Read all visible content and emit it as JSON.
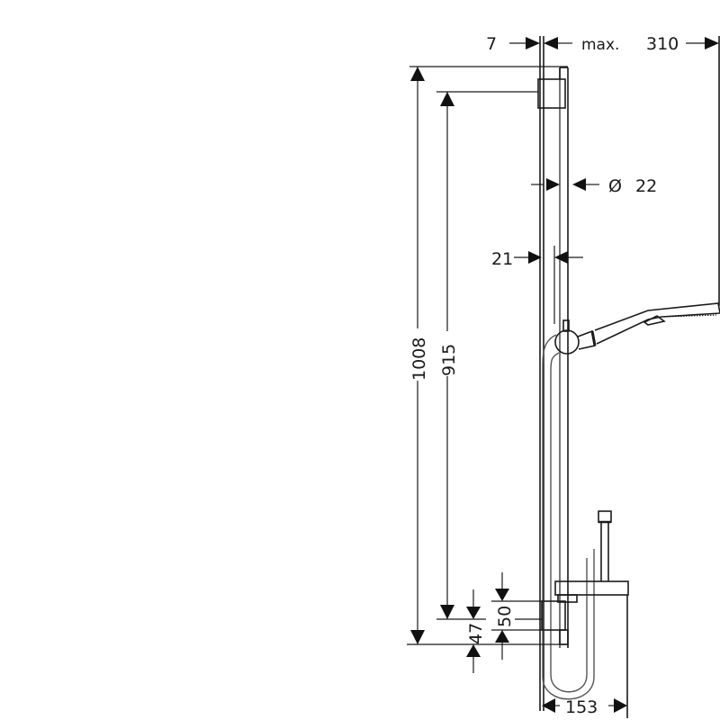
{
  "diagram": {
    "type": "technical dimension drawing",
    "subject": "shower rail set with hand shower and hose",
    "units": "mm",
    "dimensions": {
      "top_offset": "7",
      "max_label": "max.",
      "max_reach": "310",
      "rail_diameter_symbol": "Ø",
      "rail_diameter": "22",
      "wall_gap": "21",
      "overall_height": "1008",
      "bracket_spacing": "915",
      "lower_bracket_height": "50",
      "bottom_offset": "47",
      "soap_dish_depth": "153"
    }
  }
}
